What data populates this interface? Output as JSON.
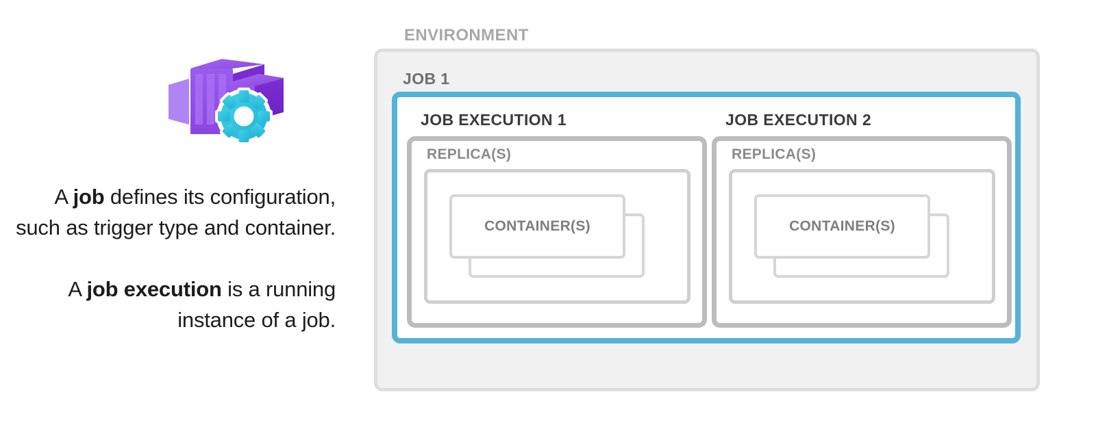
{
  "left": {
    "icon_name": "azure-container-apps-jobs-icon",
    "paragraphs": [
      {
        "id": "job-definition",
        "segments": [
          {
            "text": "A ",
            "bold": false
          },
          {
            "text": "job",
            "bold": true
          },
          {
            "text": " defines its configuration, such as trigger type and container.",
            "bold": false
          }
        ]
      },
      {
        "id": "job-execution-definition",
        "segments": [
          {
            "text": "A ",
            "bold": false
          },
          {
            "text": "job execution",
            "bold": true
          },
          {
            "text": " is a running instance of a job.",
            "bold": false
          }
        ]
      }
    ]
  },
  "diagram": {
    "environment_label": "ENVIRONMENT",
    "job_label": "JOB 1",
    "executions": [
      {
        "label": "JOB EXECUTION 1",
        "replica_label": "REPLICA(S)",
        "container_label": "CONTAINER(S)"
      },
      {
        "label": "JOB EXECUTION 2",
        "replica_label": "REPLICA(S)",
        "container_label": "CONTAINER(S)"
      }
    ]
  },
  "colors": {
    "environment_fill": "#f1f1f1",
    "environment_border": "#dedede",
    "environment_label_text": "#a8a8a8",
    "job_border_accent": "#55b3d5",
    "job_label_text": "#6f6f6f",
    "execution_label_text": "#3b3b3b",
    "replica_group_border": "#bcbcbc",
    "replica_inner_border": "#cfcfcf",
    "replica_label_text": "#8a8a8a",
    "container_border": "#d6d6d6",
    "container_label_text": "#7e7e7e",
    "icon_purple_dark": "#7b2fd4",
    "icon_purple_mid": "#8f4ae0",
    "icon_purple_light": "#ab74f0",
    "icon_gear_cyan": "#33c6e0",
    "body_text": "#1c1c1c"
  }
}
